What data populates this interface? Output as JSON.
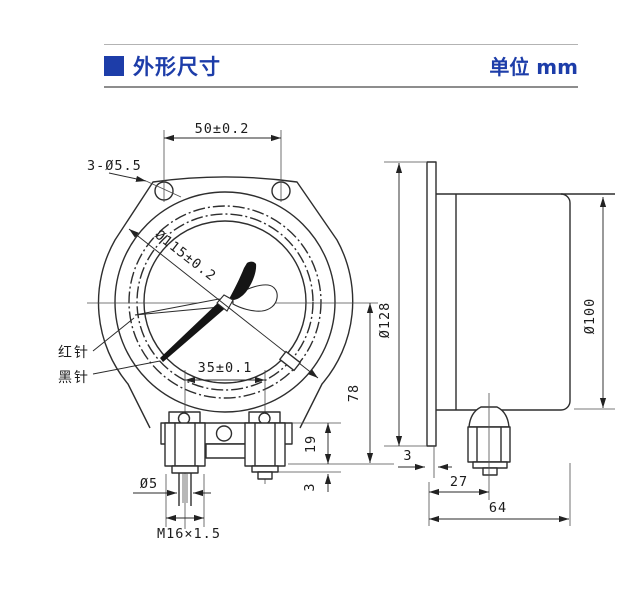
{
  "header": {
    "section_title": "外形尺寸",
    "unit_note": "单位 mm"
  },
  "front_view": {
    "hole_spacing": "50±0.2",
    "mounting_holes": "3-Ø5.5",
    "dial_circle": "Ø115±0.2",
    "red_needle_label": "红针",
    "black_needle_label": "黑针",
    "port_spacing": "35±0.1",
    "center_to_bottom": "78",
    "fitting_height": "19",
    "collar_height": "3",
    "bore_diameter": "Ø5",
    "thread_spec": "M16×1.5"
  },
  "side_view": {
    "flange_diameter": "Ø128",
    "case_diameter": "Ø100",
    "flange_thickness": "3",
    "flange_to_port": "27",
    "overall_depth": "64"
  },
  "colors": {
    "accent_blue": "#1d3da9",
    "line_dark": "#2e2e2e"
  }
}
